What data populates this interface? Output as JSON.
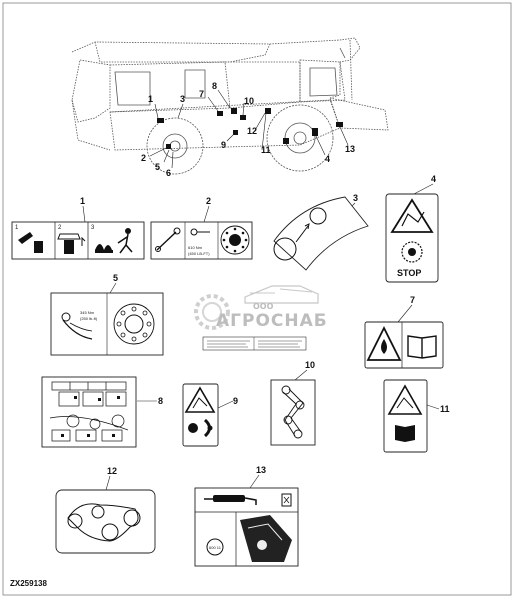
{
  "callouts": {
    "c1": "1",
    "c2": "2",
    "c3": "3",
    "c4": "4",
    "c5": "5",
    "c6": "6",
    "c7": "7",
    "c8": "8",
    "c9": "9",
    "c10": "10",
    "c11": "11",
    "c12": "12",
    "c13": "13"
  },
  "labels": {
    "l1": "1",
    "l2": "2",
    "l3": "3",
    "l4": "4",
    "l5": "5",
    "l7": "7",
    "l8": "8",
    "l9": "9",
    "l10": "10",
    "l11": "11",
    "l12": "12",
    "l13": "13"
  },
  "decal1": {
    "step1": "1",
    "step2": "2",
    "step3": "3"
  },
  "decal2": {
    "torque_nm": "610 Nm",
    "torque_lbft": "(450 LB-FT)"
  },
  "decal4": {
    "stop": "STOP"
  },
  "decal5": {
    "torque_nm": "345 Nm",
    "torque_lbft": "(250 lb-ft)"
  },
  "decal13": {
    "code": "600 11"
  },
  "watermark": {
    "brand": "АГРОСНАБ",
    "prefix": "ООО"
  },
  "doc_id": "ZX259138"
}
